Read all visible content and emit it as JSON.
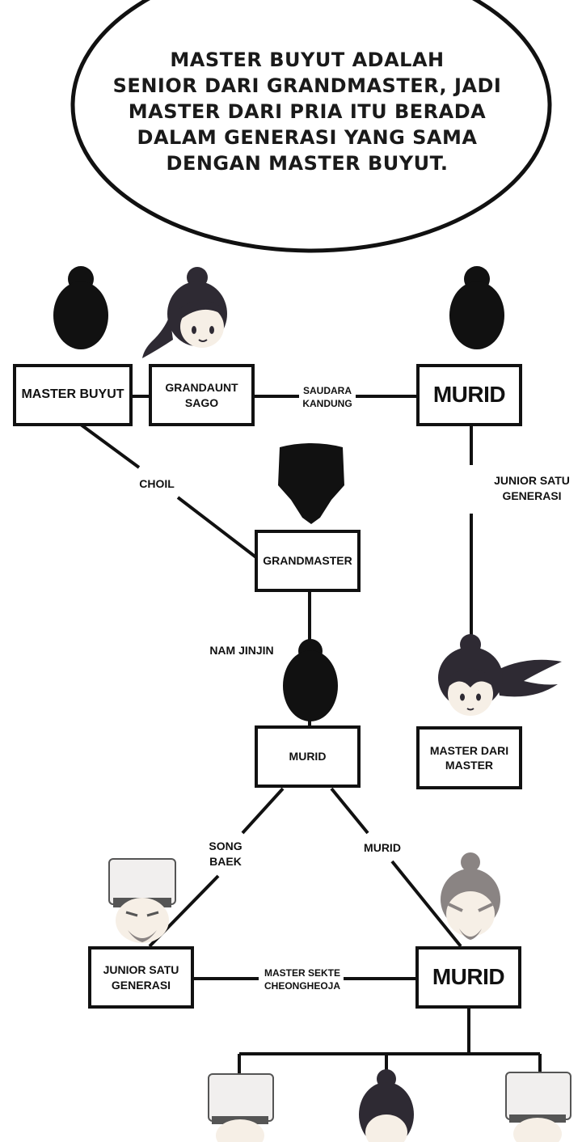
{
  "speech_bubble": {
    "lines": [
      "MASTER BUYUT ADALAH",
      "SENIOR DARI GRANDMASTER, JADI",
      "MASTER DARI PRIA ITU BERADA",
      "DALAM GENERASI YANG SAMA",
      "DENGAN MASTER BUYUT."
    ]
  },
  "nodes": {
    "master_buyut": "MASTER BUYUT",
    "grandaunt_sago": "GRANDAUNT\nSAGO",
    "murid_top": "MURID",
    "grandmaster": "GRANDMASTER",
    "murid_mid": "MURID",
    "master_dari_master": "MASTER DARI\nMASTER",
    "junior_satu_generasi": "JUNIOR SATU\nGENERASI",
    "murid_bottom": "MURID"
  },
  "edge_labels": {
    "saudara_kandung": "SAUDARA\nKANDUNG",
    "choil": "CHOIL",
    "junior_satu_generasi": "JUNIOR SATU\nGENERASI",
    "nam_jinjin": "NAM JINJIN",
    "song_baek": "SONG\nBAEK",
    "murid": "MURID",
    "master_sekte": "MASTER SEKTE\nCHEONGHEOJA"
  },
  "colors": {
    "ink": "#111111",
    "hair_dark": "#2e2a33",
    "skin": "#f6efe6",
    "hat_white": "#f1efee",
    "hair_gray": "#8a8483"
  }
}
